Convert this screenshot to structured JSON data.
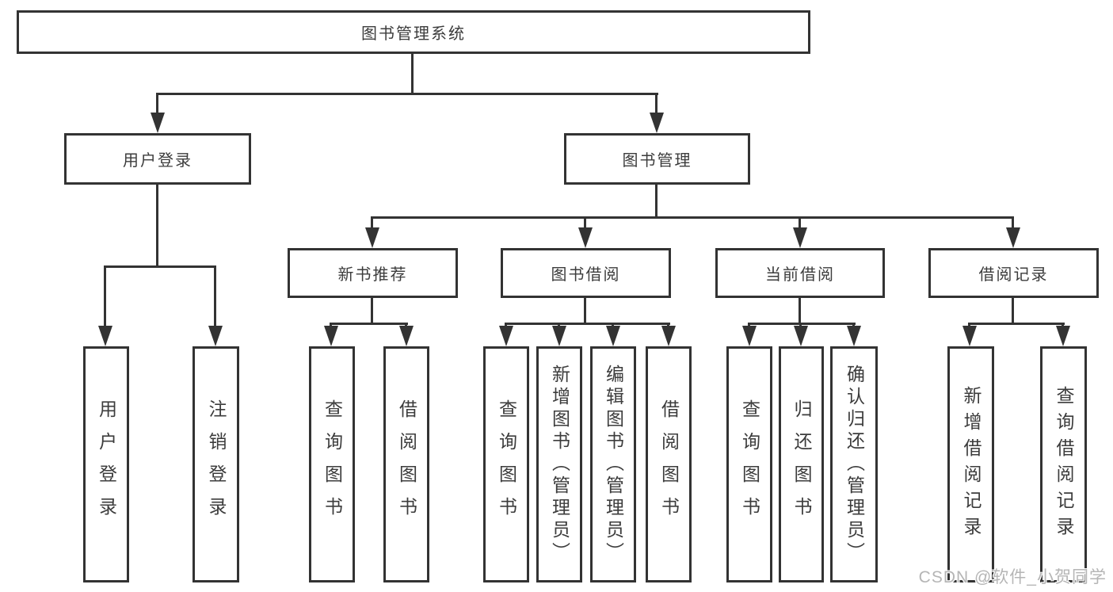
{
  "tree": {
    "root": "图书管理系统",
    "branches": [
      {
        "label": "用户登录",
        "leaves": [
          "用户登录",
          "注销登录"
        ]
      },
      {
        "label": "图书管理",
        "groups": [
          {
            "label": "新书推荐",
            "leaves": [
              "查询图书",
              "借阅图书"
            ]
          },
          {
            "label": "图书借阅",
            "leaves": [
              "查询图书",
              "新增图书（管理员）",
              "编辑图书（管理员）",
              "借阅图书"
            ]
          },
          {
            "label": "当前借阅",
            "leaves": [
              "查询图书",
              "归还图书",
              "确认归还（管理员）"
            ]
          },
          {
            "label": "借阅记录",
            "leaves": [
              "新增借阅记录",
              "查询借阅记录"
            ]
          }
        ]
      }
    ]
  },
  "watermark": "CSDN @软件_小贺同学",
  "colors": {
    "line": "#333333",
    "text": "#3c3c3c",
    "background": "#ffffff",
    "watermark": "#b5b5b5"
  }
}
